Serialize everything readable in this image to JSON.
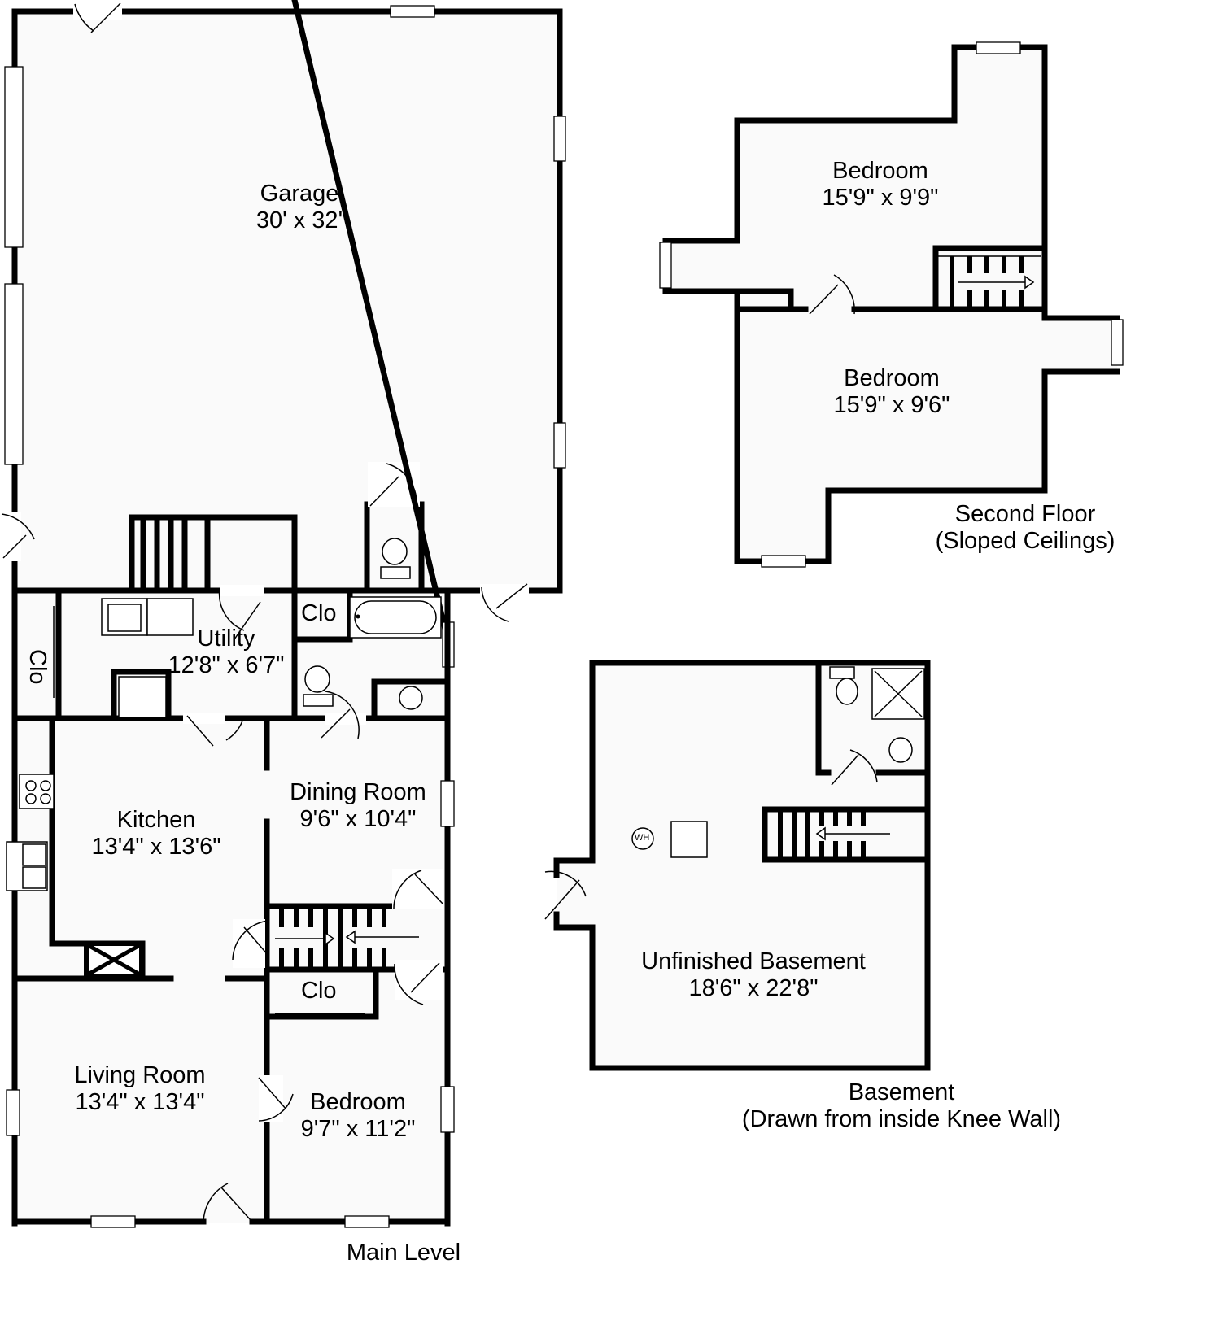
{
  "plan": {
    "main_level": {
      "caption": "Main Level",
      "rooms": [
        {
          "name": "Garage",
          "size": "30' x 32'"
        },
        {
          "name": "Utility",
          "size": "12'8\" x 6'7\""
        },
        {
          "name": "Kitchen",
          "size": "13'4\" x 13'6\""
        },
        {
          "name": "Dining Room",
          "size": "9'6\" x 10'4\""
        },
        {
          "name": "Living Room",
          "size": "13'4\" x 13'4\""
        },
        {
          "name": "Bedroom",
          "size": "9'7\" x 11'2\""
        }
      ],
      "closets": [
        "Clo",
        "Clo",
        "Clo"
      ]
    },
    "second_floor": {
      "caption": "Second Floor",
      "subcaption": "(Sloped Ceilings)",
      "rooms": [
        {
          "name": "Bedroom",
          "size": "15'9\" x 9'9\""
        },
        {
          "name": "Bedroom",
          "size": "15'9\" x 9'6\""
        }
      ]
    },
    "basement": {
      "caption": "Basement",
      "subcaption": "(Drawn from inside Knee Wall)",
      "rooms": [
        {
          "name": "Unfinished Basement",
          "size": "18'6\" x 22'8\""
        }
      ],
      "fixtures": {
        "water_heater": "WH"
      }
    }
  },
  "colors": {
    "wall": "#000000",
    "floor": "#fafafa",
    "background": "#ffffff"
  }
}
